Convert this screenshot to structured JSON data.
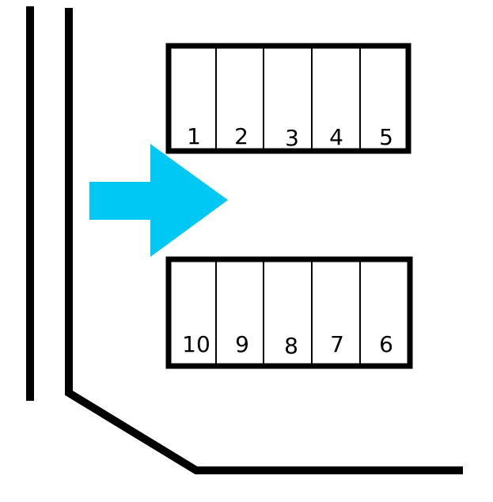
{
  "top_row": {
    "spaces": [
      "1",
      "2",
      "3",
      "4",
      "5"
    ]
  },
  "bottom_row": {
    "spaces": [
      "10",
      "9",
      "8",
      "7",
      "6"
    ]
  },
  "arrow": {
    "direction": "right",
    "color": "#00c8f5"
  },
  "line_color": "#000000"
}
